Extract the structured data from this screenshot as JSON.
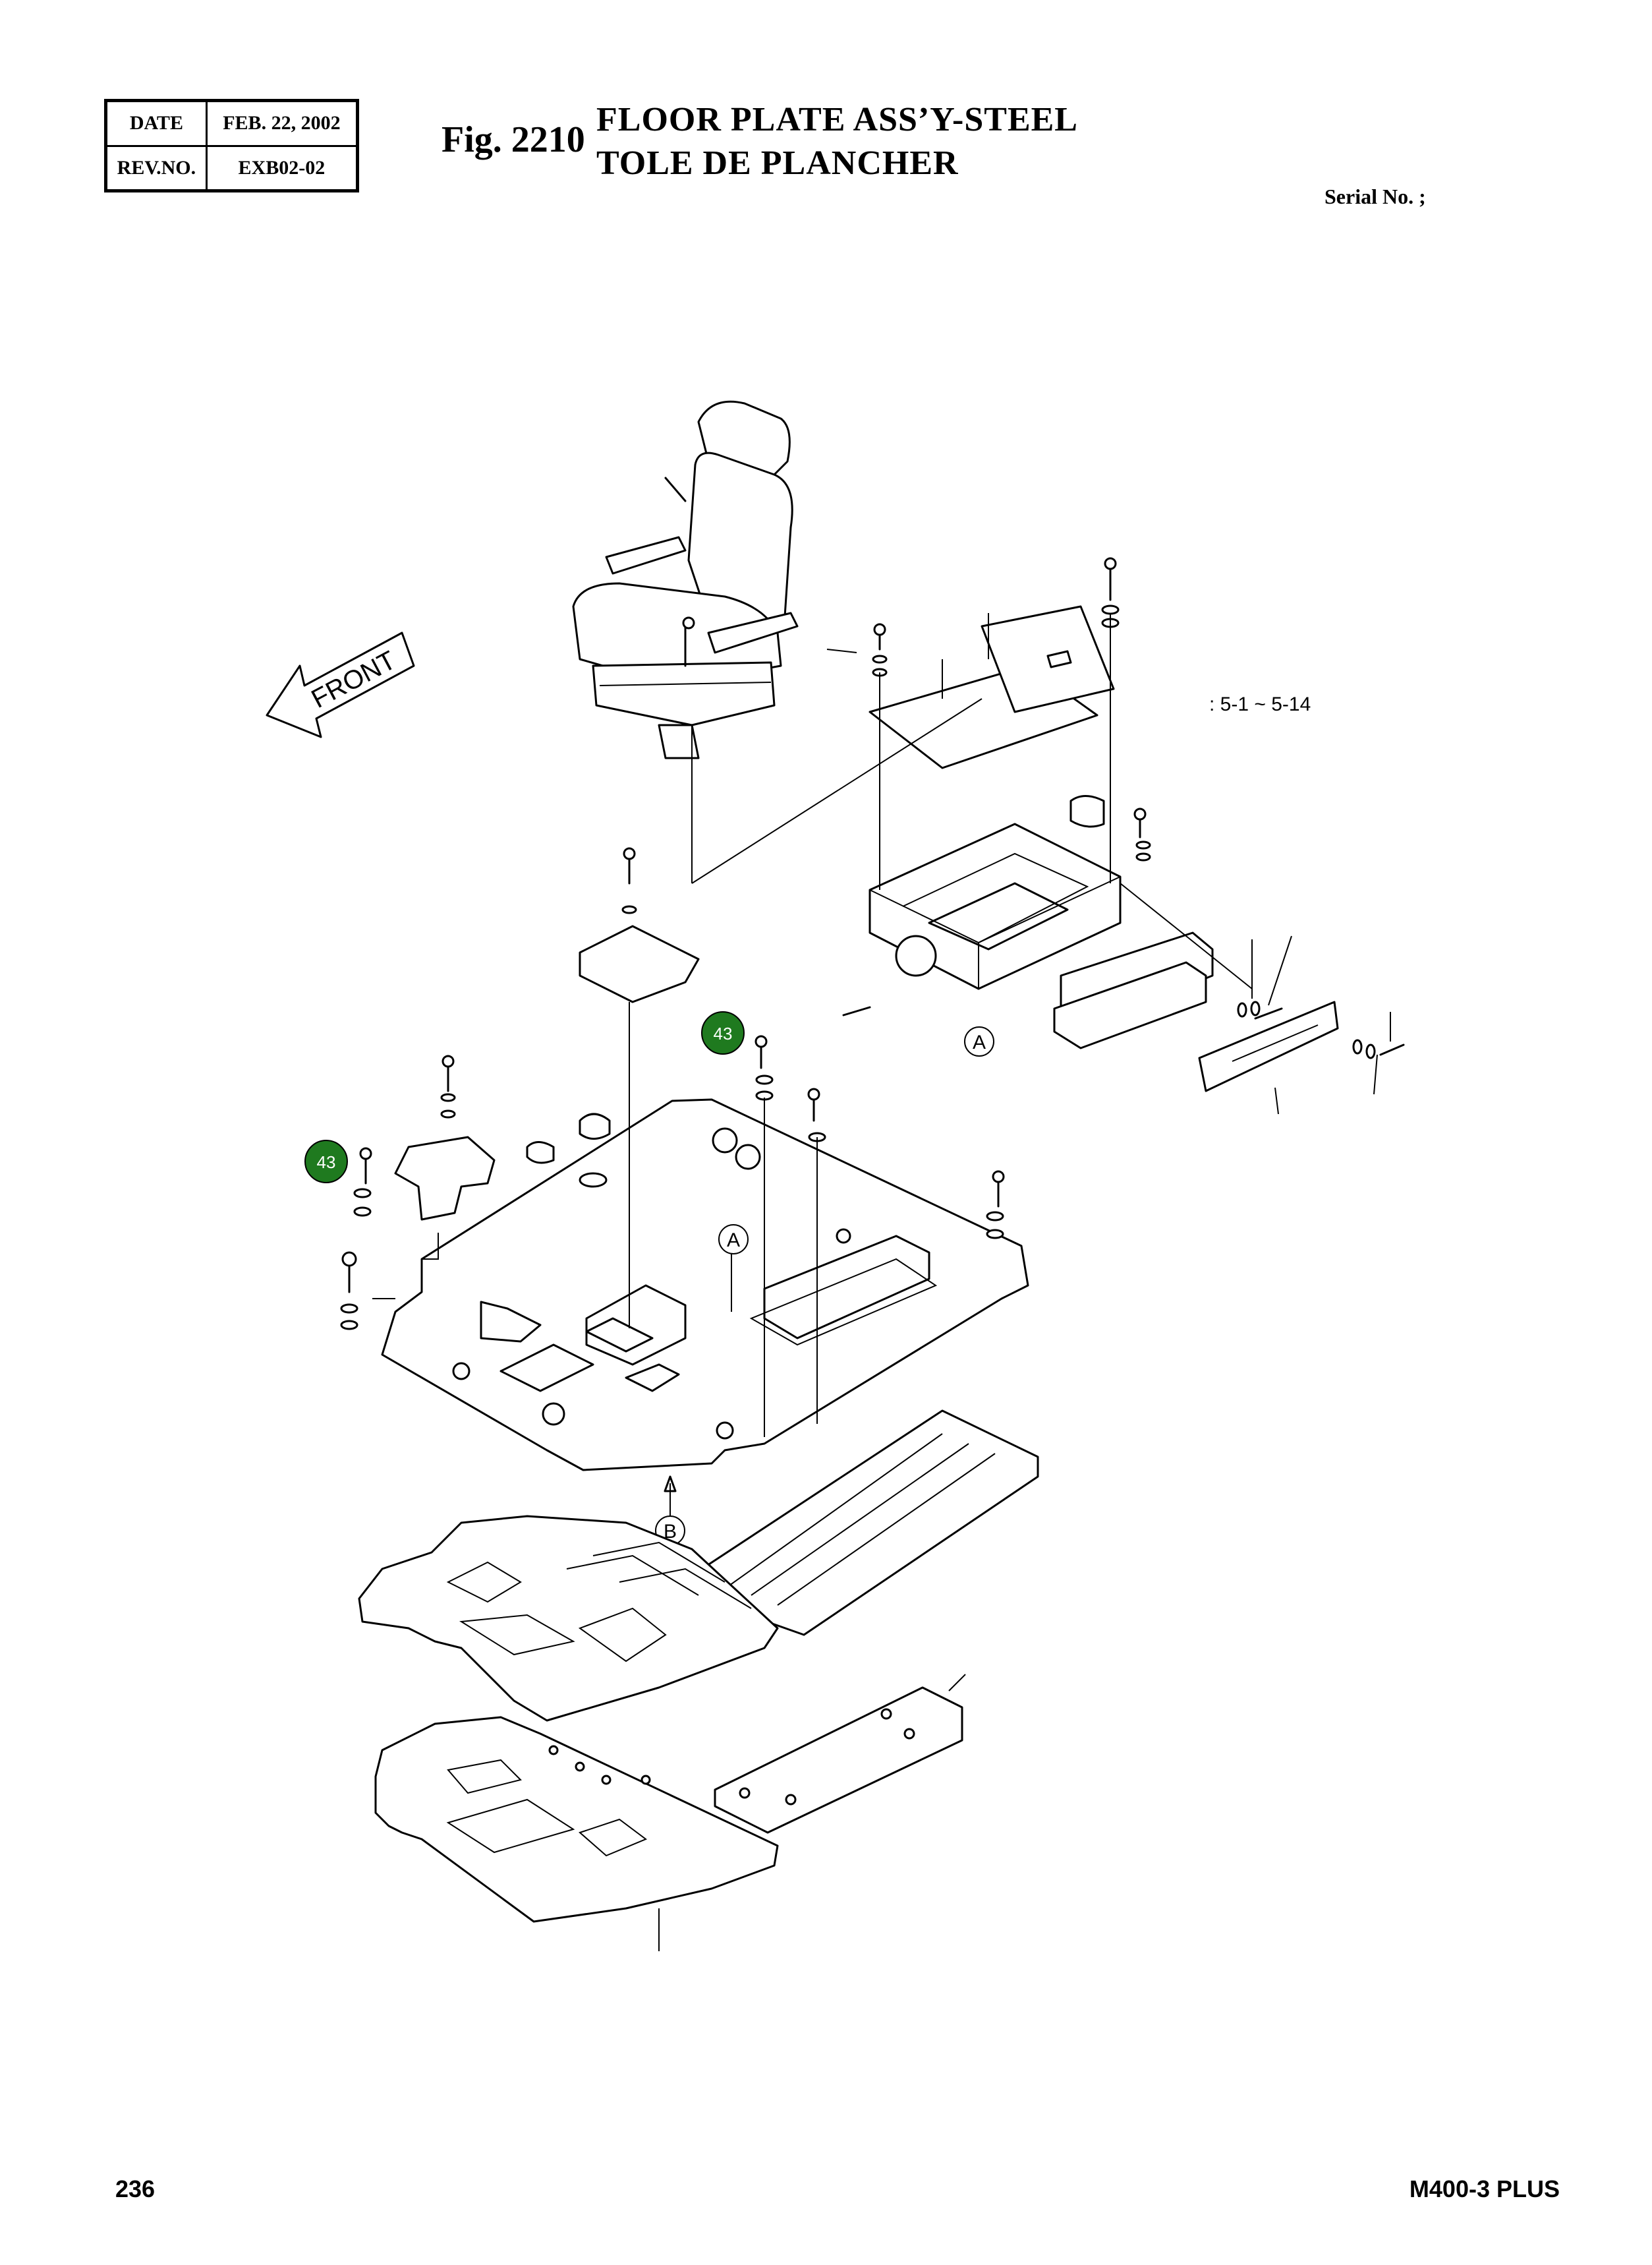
{
  "header": {
    "date_label": "DATE",
    "date_value": "FEB. 22, 2002",
    "rev_label": "REV.NO.",
    "rev_value": "EXB02-02"
  },
  "figure": {
    "number": "Fig. 2210",
    "title_en": "FLOOR PLATE ASS’Y-STEEL",
    "title_fr": "TOLE DE PLANCHER",
    "serial": "Serial No. ;"
  },
  "diagram": {
    "front_label": "FRONT",
    "reference_note": ": 5-1 ~ 5-14",
    "detail_marker_a": "A",
    "detail_marker_b": "B",
    "callouts": [
      "43",
      "43"
    ],
    "callout_color": "#1f7a1f"
  },
  "footer": {
    "page_number": "236",
    "model": "M400-3 PLUS"
  }
}
